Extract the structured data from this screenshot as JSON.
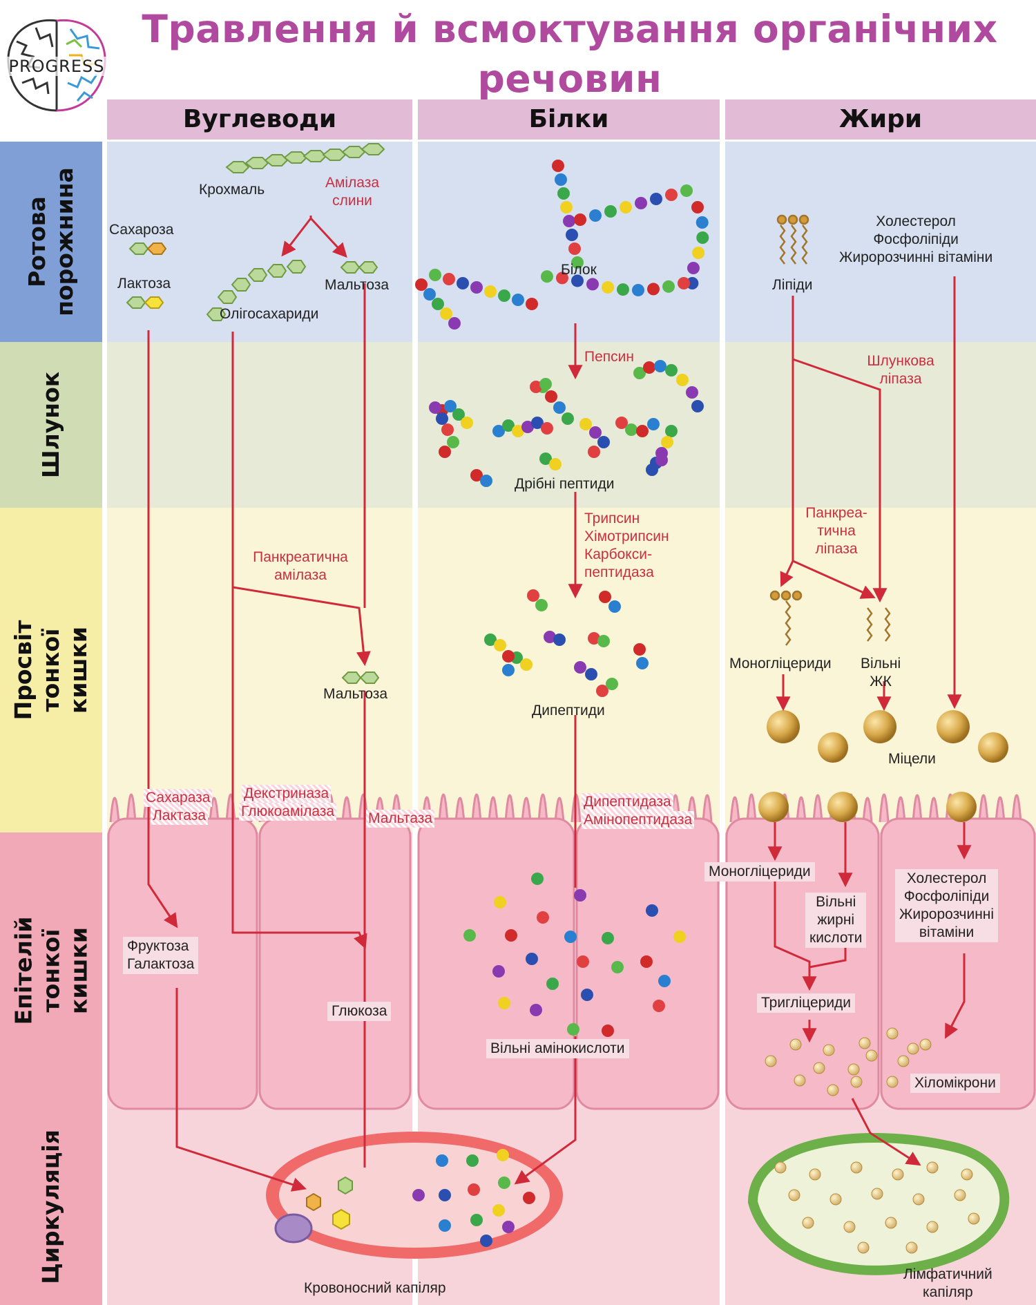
{
  "title": "Травлення й всмоктування органічних речовин",
  "logo": {
    "text": "PROGRESS"
  },
  "columns": {
    "carbs": "Вуглеводи",
    "proteins": "Білки",
    "fats": "Жири"
  },
  "rows": {
    "mouth": "Ротова порожнина",
    "stomach": "Шлунок",
    "lumen": "Просвіт тонкої кишки",
    "epithelium": "Епітелій тонкої кишки",
    "circulation": "Циркуляція"
  },
  "carbs": {
    "starch": "Крохмаль",
    "salivary_amylase": "Амілаза слини",
    "sucrose": "Сахароза",
    "lactose": "Лактоза",
    "oligosaccharides": "Олігосахариди",
    "maltose_top": "Мальтоза",
    "pancreatic_amylase": "Панкреатична амілаза",
    "maltose_lumen": "Мальтоза",
    "brush_sucrase": "Сахараза",
    "brush_lactase": "Лактаза",
    "brush_dextrinase": "Декстриназа",
    "brush_glucoamylase": "Глюкоамілаза",
    "brush_maltase": "Мальтаза",
    "fructose": "Фруктоза",
    "galactose": "Галактоза",
    "glucose": "Глюкоза",
    "blood_capillary": "Кровоносний капіляр"
  },
  "proteins": {
    "protein": "Білок",
    "pepsin": "Пепсин",
    "small_peptides": "Дрібні пептиди",
    "trypsin": "Трипсин",
    "chymotrypsin": "Хімотрипсин",
    "carboxypeptidase_1": "Карбокси-",
    "carboxypeptidase_2": "пептидаза",
    "dipeptides": "Дипептиди",
    "dipeptidase": "Дипептидаза",
    "aminopeptidase": "Амінопептидаза",
    "free_amino_acids": "Вільні амінокислоти"
  },
  "fats": {
    "lipids": "Ліпіди",
    "cholesterol": "Холестерол",
    "phospholipids": "Фосфоліпіди",
    "fat_soluble_vitamins": "Жиророзчинні вітаміни",
    "gastric_lipase_1": "Шлункова",
    "gastric_lipase_2": "ліпаза",
    "pancreatic_lipase_1": "Панкреа-",
    "pancreatic_lipase_2": "тична",
    "pancreatic_lipase_3": "ліпаза",
    "monoglycerides": "Моногліцериди",
    "free_fa_1": "Вільні",
    "free_fa_2": "ЖК",
    "micelles": "Міцели",
    "epi_monoglycerides": "Моногліцериди",
    "epi_free_fa_1": "Вільні",
    "epi_free_fa_2": "жирні",
    "epi_free_fa_3": "кислоти",
    "epi_cholesterol": "Холестерол",
    "epi_phospholipids": "Фосфоліпіди",
    "epi_vitamins_1": "Жиророзчинні",
    "epi_vitamins_2": "вітаміни",
    "triglycerides": "Тригліцериди",
    "chylomicrons": "Хіломікрони",
    "lymph_capillary_1": "Лімфатичний",
    "lymph_capillary_2": "капіляр"
  }
}
